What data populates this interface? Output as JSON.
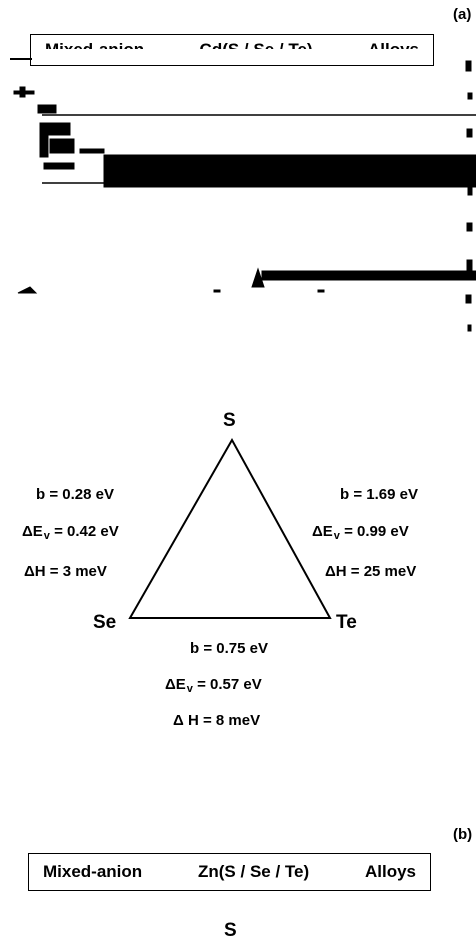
{
  "panel_a": {
    "label": "(a)",
    "title": {
      "type": "Mixed-anion",
      "formula": "Cd(S / Se / Te)",
      "kind": "Alloys"
    }
  },
  "panel_b": {
    "label": "(b)",
    "title": {
      "type": "Mixed-anion",
      "formula": "Zn(S / Se / Te)",
      "kind": "Alloys"
    },
    "vertex_top": "S"
  },
  "triangle": {
    "vertices": {
      "top": "S",
      "left": "Se",
      "right": "Te"
    },
    "edges": {
      "S_Se": {
        "b": "b = 0.28 eV",
        "dEv": "= 0.42 eV",
        "dH": "ΔH = 3 meV"
      },
      "S_Te": {
        "b": "b = 1.69 eV",
        "dEv": "= 0.99 eV",
        "dH": "ΔH = 25  meV"
      },
      "Se_Te": {
        "b": "b = 0.75 eV",
        "dEv": "= 0.57 eV",
        "dH": "Δ H = 8 meV"
      }
    },
    "delta_ev_prefix": "ΔE",
    "delta_ev_sub": "v"
  }
}
